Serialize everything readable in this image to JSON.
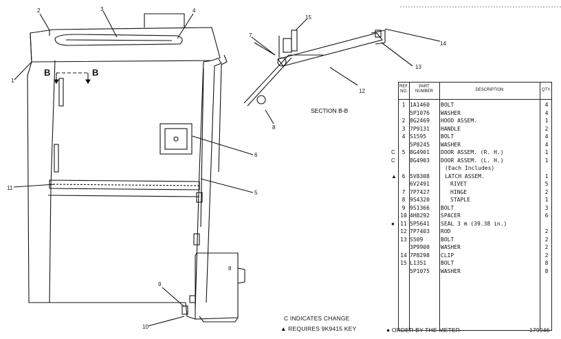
{
  "labels": {
    "callouts": [
      "1",
      "2",
      "3",
      "4",
      "5",
      "6",
      "7",
      "8",
      "8",
      "9",
      "10",
      "11",
      "12",
      "13",
      "14",
      "15"
    ],
    "section_marker": "B",
    "section_title": "SECTION B-B"
  },
  "notes": {
    "change": "C INDICATES CHANGE",
    "requires": "▲ REQUIRES 9K9415 KEY",
    "meter": "● ORDER BY THE METER",
    "doc_number": "179946"
  },
  "table": {
    "headers": {
      "ref": "REF.\nNO.",
      "part": "PART\nNUMBER",
      "description": "DESCRIPTION",
      "qty": "QTY."
    },
    "rows": [
      {
        "mark": "",
        "ref": "1",
        "pn": "1A1460",
        "desc": "BOLT",
        "qty": "4"
      },
      {
        "mark": "",
        "ref": "",
        "pn": "5P1076",
        "desc": "WASHER",
        "qty": "4"
      },
      {
        "mark": "",
        "ref": "2",
        "pn": "8G2469",
        "desc": "HOOD ASSEM.",
        "qty": "1"
      },
      {
        "mark": "",
        "ref": "3",
        "pn": "7P9131",
        "desc": "HANDLE",
        "qty": "2"
      },
      {
        "mark": "",
        "ref": "4",
        "pn": "S1595",
        "desc": "BOLT",
        "qty": "4"
      },
      {
        "mark": "",
        "ref": "",
        "pn": "5P8245",
        "desc": "WASHER",
        "qty": "4"
      },
      {
        "mark": "C",
        "ref": "5",
        "pn": "8G4901",
        "desc": "DOOR ASSEM. (R. H.)",
        "qty": "1"
      },
      {
        "mark": "C",
        "ref": "",
        "pn": "8G4903",
        "desc": "DOOR ASSEM. (L. H.)",
        "qty": "1"
      },
      {
        "mark": "",
        "ref": "",
        "pn": "",
        "desc": "(Each Includes)",
        "qty": ""
      },
      {
        "mark": "▲",
        "ref": "6",
        "pn": "5V8308",
        "desc": "LATCH ASSEM.",
        "qty": "1"
      },
      {
        "mark": "",
        "ref": "",
        "pn": "6V2491",
        "desc": "RIVET",
        "qty": "5"
      },
      {
        "mark": "",
        "ref": "7",
        "pn": "7P7427",
        "desc": "HINGE",
        "qty": "2"
      },
      {
        "mark": "",
        "ref": "8",
        "pn": "9S4320",
        "desc": "STAPLE",
        "qty": "1"
      },
      {
        "mark": "",
        "ref": "9",
        "pn": "9S1366",
        "desc": "BOLT",
        "qty": "3"
      },
      {
        "mark": "",
        "ref": "10",
        "pn": "4H8292",
        "desc": "SPACER",
        "qty": "6"
      },
      {
        "mark": "●",
        "ref": "11",
        "pn": "5P5641",
        "desc": "SEAL 3 m (39.38 in.)",
        "qty": ""
      },
      {
        "mark": "",
        "ref": "12",
        "pn": "7P7403",
        "desc": "ROD",
        "qty": "2"
      },
      {
        "mark": "",
        "ref": "13",
        "pn": "S509",
        "desc": "BOLT",
        "qty": "2"
      },
      {
        "mark": "",
        "ref": "",
        "pn": "3P9900",
        "desc": "WASHER",
        "qty": "2"
      },
      {
        "mark": "",
        "ref": "14",
        "pn": "7P8298",
        "desc": "CLIP",
        "qty": "2"
      },
      {
        "mark": "",
        "ref": "15",
        "pn": "L1351",
        "desc": "BOLT",
        "qty": "8"
      },
      {
        "mark": "",
        "ref": "",
        "pn": "5P1075",
        "desc": "WASHER",
        "qty": "8"
      }
    ]
  },
  "colors": {
    "ink": "#111111",
    "paper": "#ffffff"
  }
}
